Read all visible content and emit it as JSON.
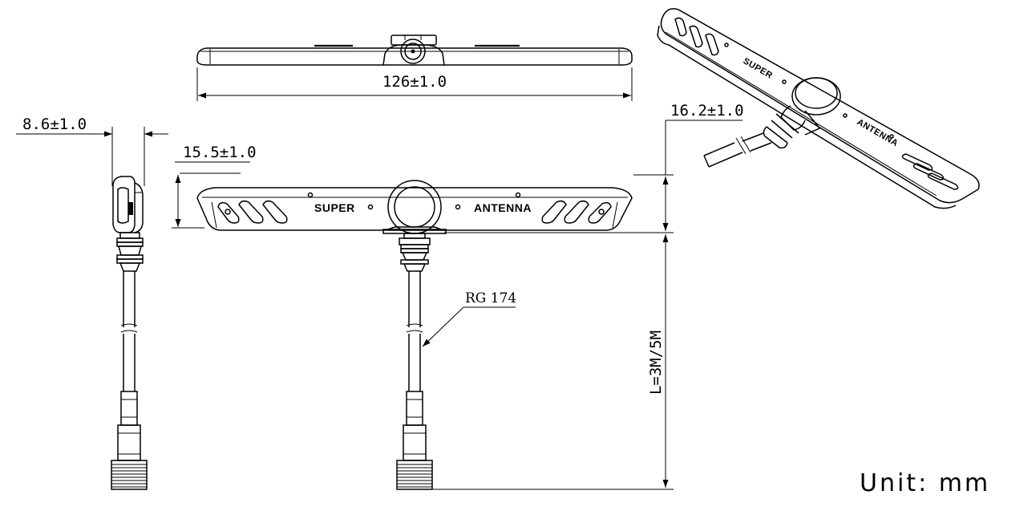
{
  "dimensions": {
    "length": "126±1.0",
    "thickness": "8.6±1.0",
    "body_height": "15.5±1.0",
    "total_height": "16.2±1.0",
    "cable_length": "L=3M/5M"
  },
  "cable_type": "RG 174",
  "branding": {
    "left": "SUPER",
    "right": "ANTENNA"
  },
  "unit": "Unit: mm"
}
